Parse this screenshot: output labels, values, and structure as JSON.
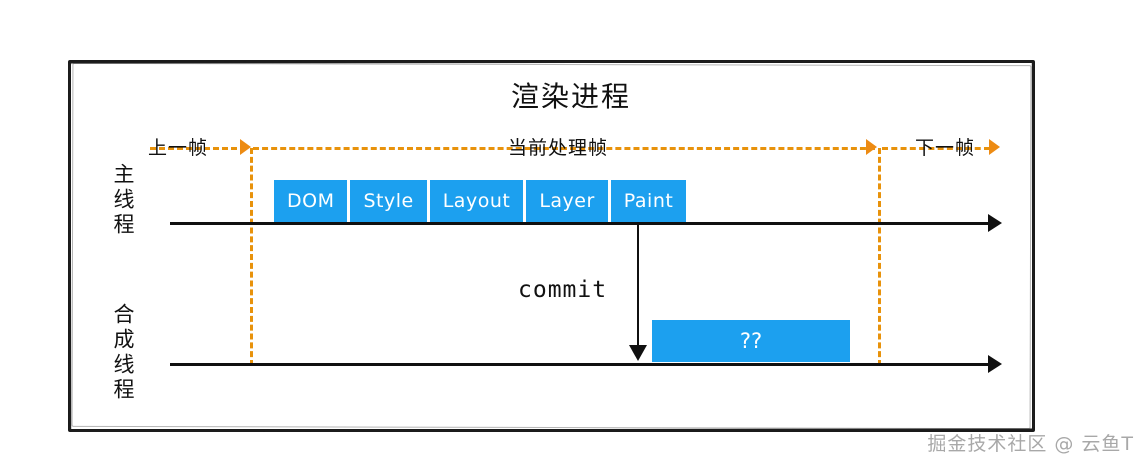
{
  "diagram": {
    "title": "渲染进程",
    "frame_markers": {
      "previous_frame": "上一帧",
      "current_frame": "当前处理帧",
      "next_frame": "下一帧"
    },
    "threads": [
      {
        "id": "main",
        "label": "主线程"
      },
      {
        "id": "compositor",
        "label": "合成线程"
      }
    ],
    "pipeline_stages": [
      {
        "label": "DOM"
      },
      {
        "label": "Style"
      },
      {
        "label": "Layout"
      },
      {
        "label": "Layer"
      },
      {
        "label": "Paint"
      }
    ],
    "commit": {
      "label": "commit"
    },
    "compositor_task": {
      "label": "??"
    },
    "colors": {
      "stage_blue": "#1CA0EF",
      "marker_orange": "#E8920B",
      "line_black": "#101010",
      "frame_black": "#1a1a1a"
    }
  },
  "watermark": {
    "text": "掘金技术社区 @ 云鱼T"
  }
}
